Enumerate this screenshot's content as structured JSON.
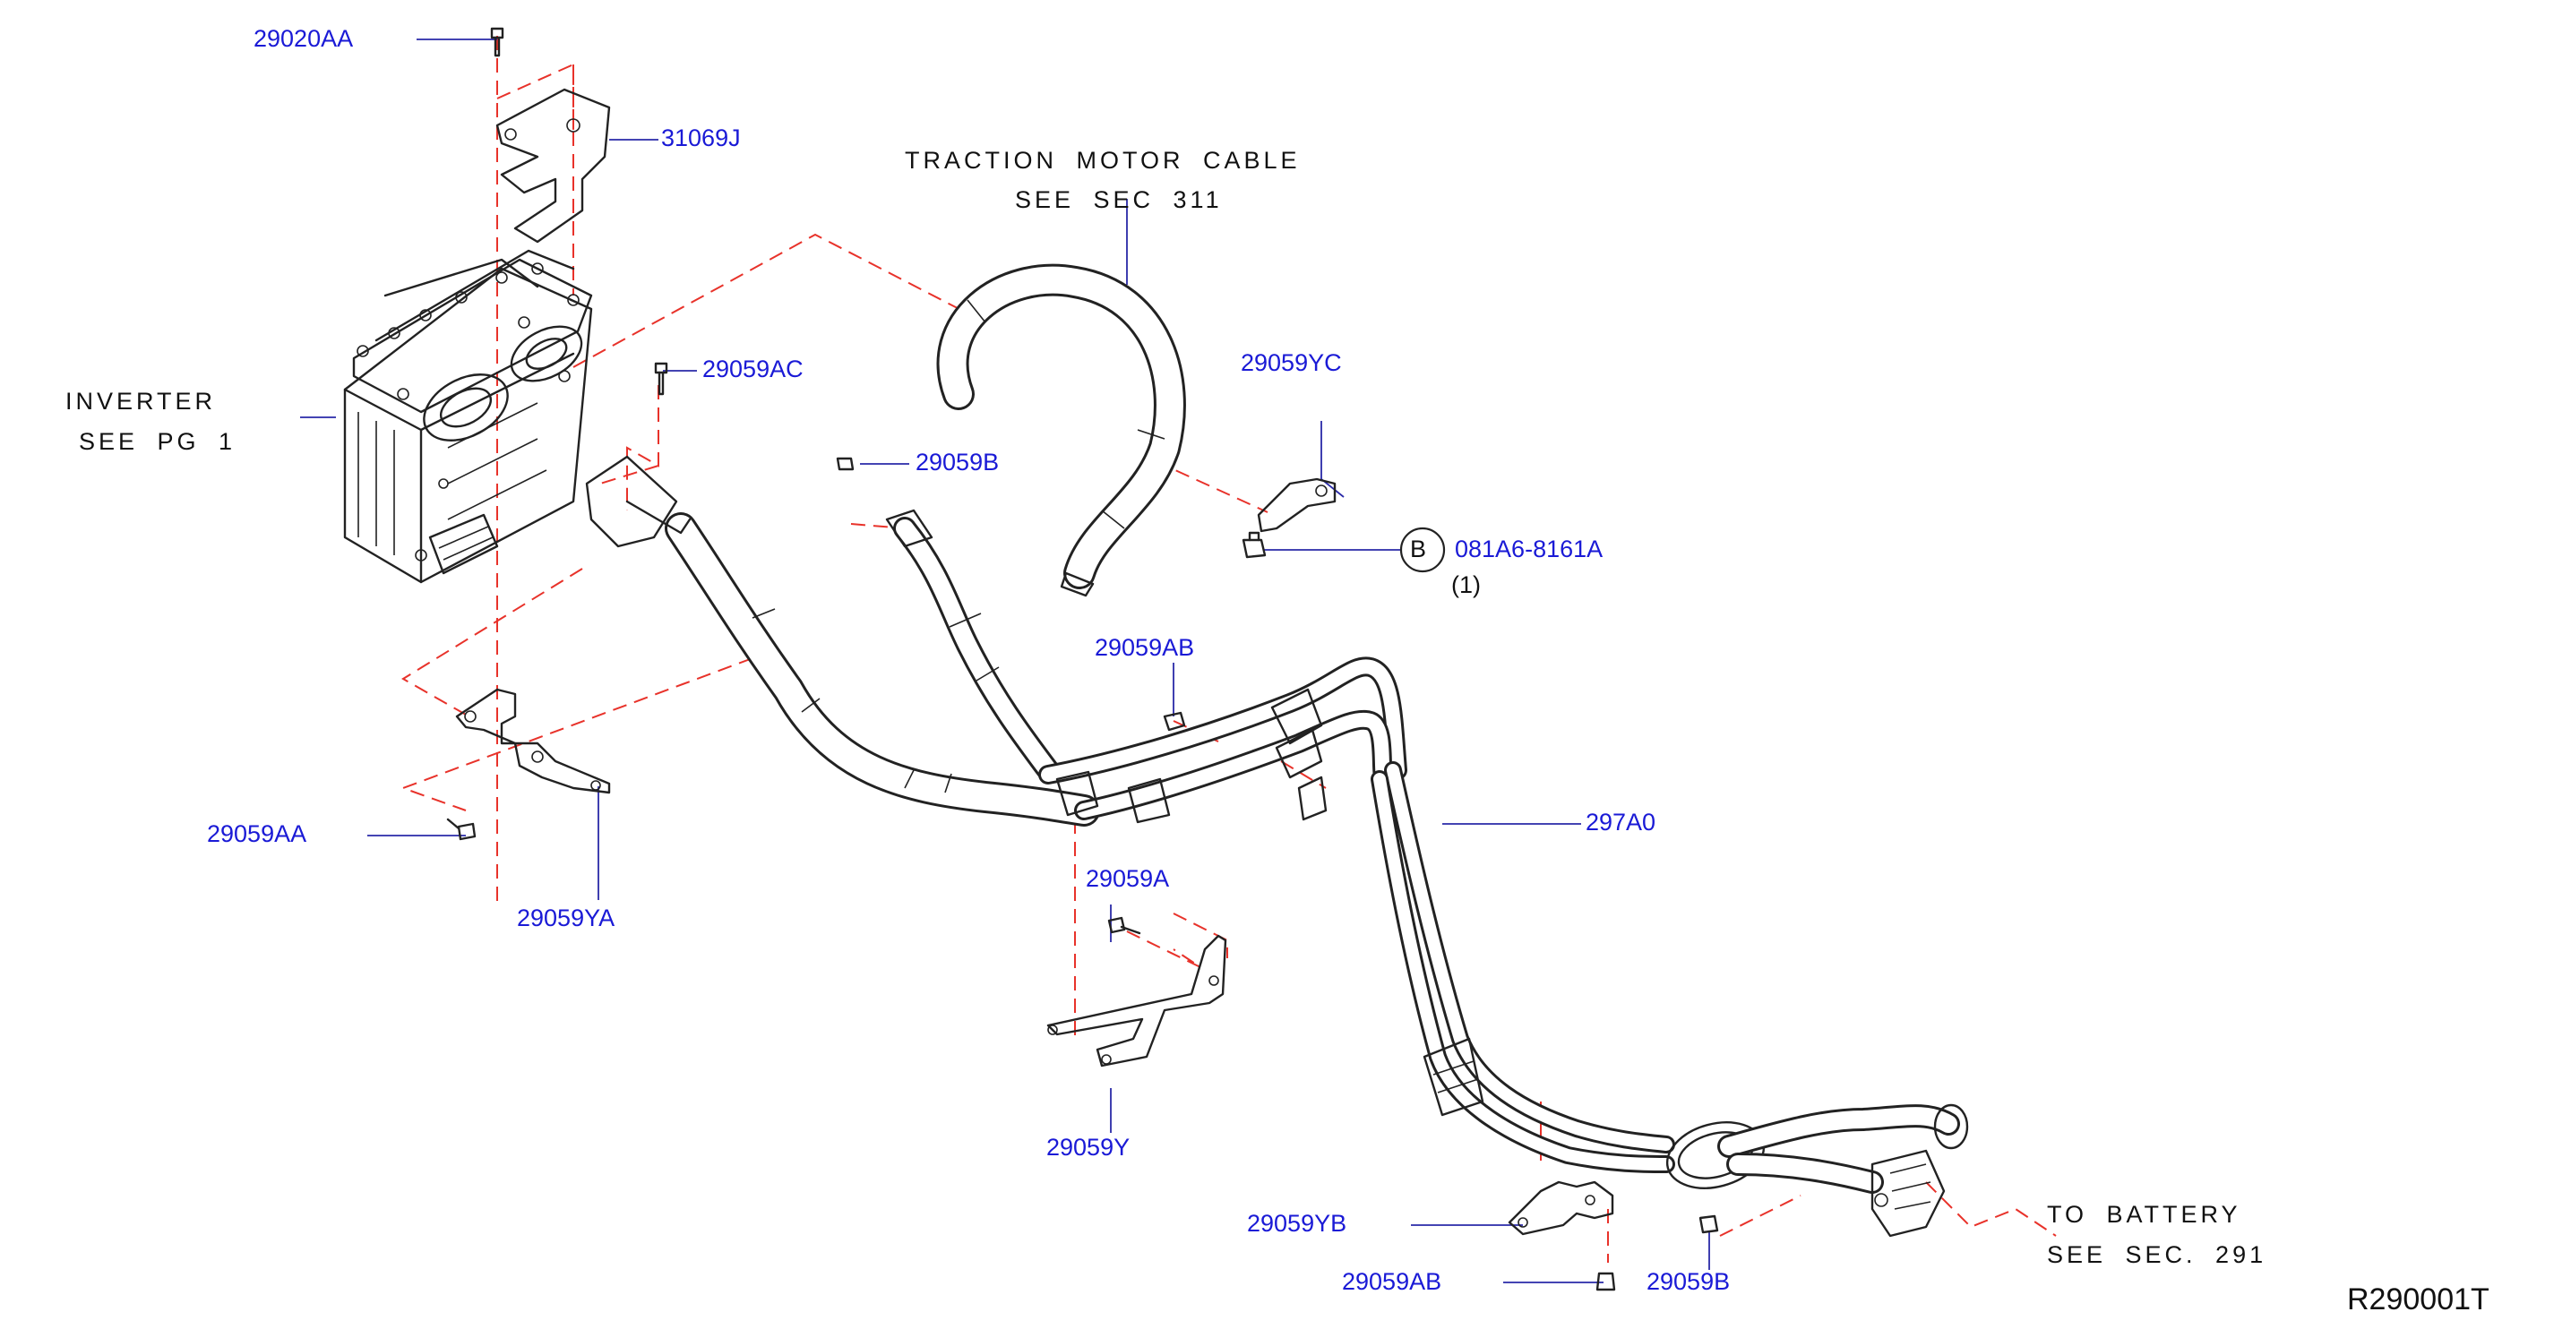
{
  "colors": {
    "part_number": "#1a1ad6",
    "leader": "#2a2aa8",
    "phantom_line": "#e8322a",
    "drawing": "#222222"
  },
  "callouts": {
    "p_29020AA": "29020AA",
    "p_31069J": "31069J",
    "p_29059AC": "29059AC",
    "p_29059B_top": "29059B",
    "p_29059YC": "29059YC",
    "p_081A6": "081A6-8161A",
    "p_081A6_qty": "(1)",
    "p_B_marker": "B",
    "p_29059AB_top": "29059AB",
    "p_297A0": "297A0",
    "p_29059AA": "29059AA",
    "p_29059YA": "29059YA",
    "p_29059A": "29059A",
    "p_29059Y": "29059Y",
    "p_29059YB": "29059YB",
    "p_29059AB_bottom": "29059AB",
    "p_29059B_bottom": "29059B"
  },
  "notes": {
    "traction_line1": "TRACTION MOTOR CABLE",
    "traction_line2": "SEE SEC 311",
    "inverter_line1": "INVERTER",
    "inverter_line2": "SEE PG 1",
    "battery_line1": "TO BATTERY",
    "battery_line2": "SEE SEC. 291"
  },
  "drawing_code": "R290001T"
}
